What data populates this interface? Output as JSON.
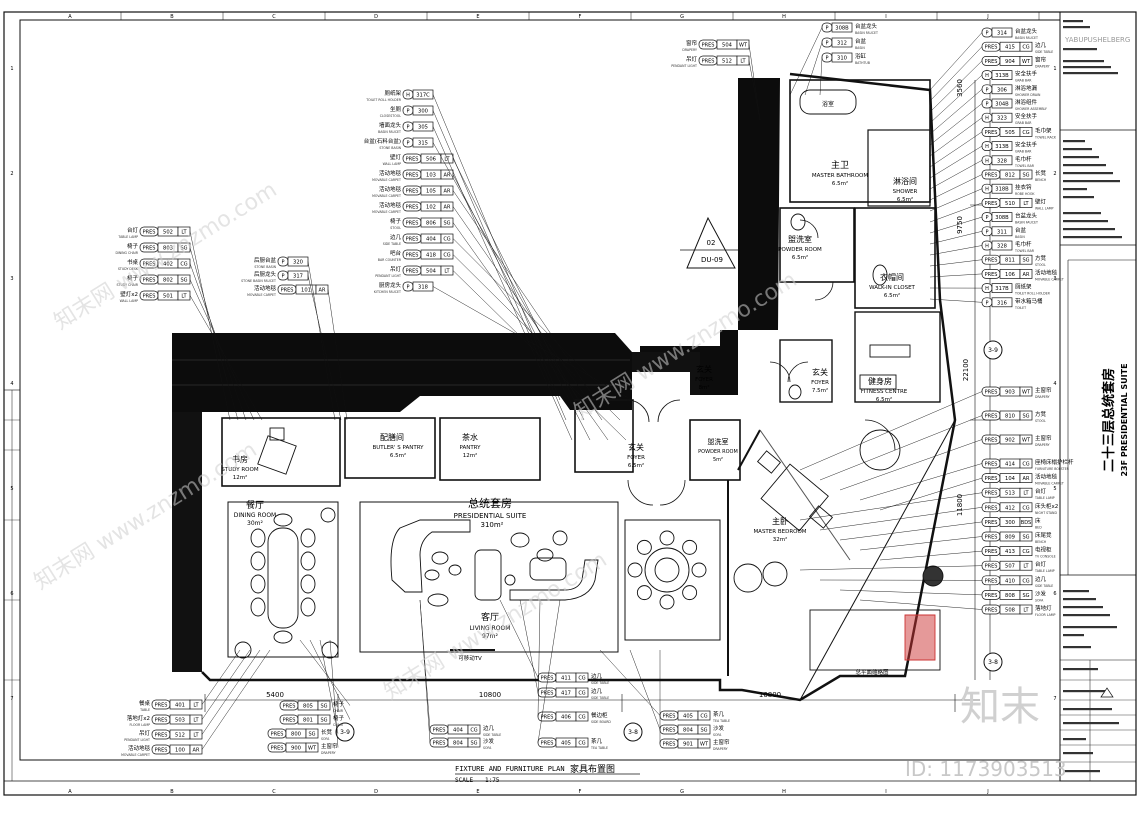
{
  "grid": {
    "columns": [
      "A",
      "B",
      "C",
      "D",
      "E",
      "F",
      "G",
      "H",
      "I",
      "J"
    ],
    "rows": [
      "1",
      "2",
      "3",
      "4",
      "5",
      "6",
      "7"
    ]
  },
  "rooms": {
    "presidential": {
      "cn": "总统套房",
      "en": "PRESIDENTIAL SUITE",
      "area": "310m²"
    },
    "living": {
      "cn": "客厅",
      "en": "LIVING ROOM",
      "area": "97m²"
    },
    "dining": {
      "cn": "餐厅",
      "en": "DINING ROOM",
      "area": "30m²"
    },
    "study": {
      "cn": "书房",
      "en": "STUDY ROOM",
      "area": "12m²"
    },
    "butler": {
      "cn": "配膳间",
      "en": "BUTLER' S PANTRY",
      "area": "6.5m²"
    },
    "tea": {
      "cn": "茶水",
      "en": "PANTRY",
      "area": "12m²"
    },
    "foyer1": {
      "cn": "玄关",
      "en": "FOYER",
      "area": "6.5m²"
    },
    "foyer2": {
      "cn": "玄关",
      "en": "FOYER",
      "area": "7.5m²"
    },
    "foyer3": {
      "cn": "玄关",
      "en": "FOYER",
      "area": "8m²"
    },
    "powder1": {
      "cn": "盥洗室",
      "en": "POWDER ROOM",
      "area": "6.5m²"
    },
    "powder2": {
      "cn": "盥洗室",
      "en": "POWDER ROOM",
      "area": "5m²"
    },
    "master_bath": {
      "cn": "主卫",
      "en": "MASTER BATHROOM",
      "area": "6.5m²"
    },
    "shower": {
      "cn": "淋浴间",
      "en": "SHOWER",
      "area": "6.5m²"
    },
    "closet": {
      "cn": "衣帽间",
      "en": "WALK-IN CLOSET",
      "area": "6.5m²"
    },
    "fitness": {
      "cn": "健身房",
      "en": "FITNESS CENTRE",
      "area": "6.5m²"
    },
    "master_bed": {
      "cn": "主卧",
      "en": "MASTER BEDROOM",
      "area": "32m²"
    },
    "bath_room": {
      "cn": "浴室",
      "en": "",
      "area": ""
    }
  },
  "plan_notes": {
    "tv": "可移动TV",
    "section_tag": "02",
    "section_ref": "DU-09",
    "key_plan": "总平面缩略图"
  },
  "dimensions": {
    "d1": "5400",
    "d2": "10800",
    "d3": "10800",
    "v1": "9750",
    "v2": "22100",
    "v3": "11800",
    "v4": "3560"
  },
  "gridbubbles": {
    "a": "3-9",
    "b": "3-8",
    "c": "3-8",
    "d": "3-9"
  },
  "tags_left": [
    {
      "code": "PRES",
      "num": "502",
      "type": "LT",
      "cn": "台灯",
      "en": "TABLE LAMP"
    },
    {
      "code": "PRES",
      "num": "803",
      "type": "SG",
      "cn": "椅子",
      "en": "DINING CHAIR"
    },
    {
      "code": "PRES",
      "num": "402",
      "type": "CG",
      "cn": "书桌",
      "en": "STUDY DESK"
    },
    {
      "code": "PRES",
      "num": "802",
      "type": "SG",
      "cn": "椅子",
      "en": "STUDY CHAIR"
    },
    {
      "code": "PRES",
      "num": "501",
      "type": "LT",
      "cn": "壁灯x2",
      "en": "WALL LAMP"
    }
  ],
  "tags_pantry": [
    {
      "code": "P",
      "num": "320",
      "cn": "后厨台盆",
      "en": "STONE BASIN"
    },
    {
      "code": "P",
      "num": "317",
      "cn": "后厨龙头",
      "en": "STONE BASIN FAUCET"
    },
    {
      "code": "PRES",
      "num": "101",
      "type": "AR",
      "cn": "活动地毯",
      "en": "MOVABLE CARPET"
    }
  ],
  "tags_top_left": [
    {
      "code": "H",
      "num": "317C",
      "cn": "厕纸架",
      "en": "TOILET ROLL HOLDER"
    },
    {
      "code": "P",
      "num": "300",
      "cn": "坐厕",
      "en": "CLOSESTOOL"
    },
    {
      "code": "P",
      "num": "305",
      "cn": "墙面龙头",
      "en": "BASIN FAUCET"
    },
    {
      "code": "P",
      "num": "315",
      "cn": "台盆(石料台盆)",
      "en": "STONE BASIN"
    },
    {
      "code": "PRES",
      "num": "506",
      "type": "LT",
      "cn": "壁灯",
      "en": "WALL LAMP"
    },
    {
      "code": "PRES",
      "num": "103",
      "type": "AR",
      "cn": "活动地毯",
      "en": "MOVABLE CARPET"
    },
    {
      "code": "PRES",
      "num": "105",
      "type": "AR",
      "cn": "活动地毯",
      "en": "MOVABLE CARPET"
    },
    {
      "code": "PRES",
      "num": "102",
      "type": "AR",
      "cn": "活动地毯",
      "en": "MOVABLE CARPET"
    },
    {
      "code": "PRES",
      "num": "806",
      "type": "SG",
      "cn": "椅子",
      "en": "STOOL"
    },
    {
      "code": "PRES",
      "num": "404",
      "type": "CG",
      "cn": "边几",
      "en": "SIDE TABLE"
    },
    {
      "code": "PRES",
      "num": "418",
      "type": "CG",
      "cn": "吧台",
      "en": "BAR COUNTER"
    },
    {
      "code": "PRES",
      "num": "504",
      "type": "LT",
      "cn": "吊灯",
      "en": "PENDANT LIGHT"
    },
    {
      "code": "P",
      "num": "318",
      "cn": "厨房龙头",
      "en": "KITCHEN FAUCET"
    }
  ],
  "tags_top_center": [
    {
      "code": "PRES",
      "num": "504",
      "type": "WT",
      "cn": "窗帘",
      "en": "DRAPERY"
    },
    {
      "code": "PRES",
      "num": "512",
      "type": "LT",
      "cn": "吊灯",
      "en": "PENDANT LIGHT"
    }
  ],
  "tags_top_mid": [
    {
      "code": "P",
      "num": "308B",
      "cn": "台盆龙头",
      "en": "BASIN FAUCET"
    },
    {
      "code": "P",
      "num": "312",
      "cn": "台盆",
      "en": "BASIN"
    },
    {
      "code": "P",
      "num": "310",
      "cn": "浴缸",
      "en": "BATHTUB"
    }
  ],
  "tags_right": [
    {
      "code": "P",
      "num": "314",
      "cn": "台盆龙头",
      "en": "BASIN FAUCET"
    },
    {
      "code": "PRES",
      "num": "415",
      "type": "CG",
      "cn": "边几",
      "en": "SIDE TABLE"
    },
    {
      "code": "PRES",
      "num": "904",
      "type": "WT",
      "cn": "窗帘",
      "en": "DRAPERY"
    },
    {
      "code": "H",
      "num": "313B",
      "cn": "安全扶手",
      "en": "GRAB BAR"
    },
    {
      "code": "P",
      "num": "306",
      "cn": "淋浴地漏",
      "en": "SHOWER DRAIN"
    },
    {
      "code": "P",
      "num": "304B",
      "cn": "淋浴组件",
      "en": "SHOWER ASSEMBLY"
    },
    {
      "code": "H",
      "num": "323",
      "cn": "安全扶手",
      "en": "GRAB BAR"
    },
    {
      "code": "PRES",
      "num": "505",
      "type": "CG",
      "cn": "毛巾架",
      "en": "TOWEL RACK"
    },
    {
      "code": "H",
      "num": "313B",
      "cn": "安全扶手",
      "en": "GRAB BAR"
    },
    {
      "code": "H",
      "num": "328",
      "cn": "毛巾杆",
      "en": "TOWEL BAR"
    },
    {
      "code": "PRES",
      "num": "812",
      "type": "SG",
      "cn": "长凳",
      "en": "BENCH"
    },
    {
      "code": "H",
      "num": "318B",
      "cn": "挂衣钩",
      "en": "ROBE HOOK"
    },
    {
      "code": "PRES",
      "num": "510",
      "type": "LT",
      "cn": "壁灯",
      "en": "WALL LAMP"
    },
    {
      "code": "P",
      "num": "308B",
      "cn": "台盆龙头",
      "en": "BASIN FAUCET"
    },
    {
      "code": "P",
      "num": "311",
      "cn": "台盆",
      "en": "BASIN"
    },
    {
      "code": "H",
      "num": "328",
      "cn": "毛巾杆",
      "en": "TOWEL BAR"
    },
    {
      "code": "PRES",
      "num": "811",
      "type": "SG",
      "cn": "方凳",
      "en": "STOOL"
    },
    {
      "code": "PRES",
      "num": "106",
      "type": "AR",
      "cn": "活动地毯",
      "en": "MOVABLE CARPET"
    },
    {
      "code": "H",
      "num": "317B",
      "cn": "厕纸架",
      "en": "TOILET ROLL HOLDER"
    },
    {
      "code": "P",
      "num": "316",
      "cn": "带水箱马桶",
      "en": "TOILET"
    }
  ],
  "tags_right_lower": [
    {
      "code": "PRES",
      "num": "903",
      "type": "WT",
      "cn": "主窗帘",
      "en": "DRAPERY"
    },
    {
      "code": "PRES",
      "num": "810",
      "type": "SG",
      "cn": "方凳",
      "en": "STOOL"
    },
    {
      "code": "PRES",
      "num": "902",
      "type": "WT",
      "cn": "主窗帘",
      "en": "DRAPERY"
    },
    {
      "code": "PRES",
      "num": "414",
      "type": "CG",
      "cn": "座椅床榻护栏杆",
      "en": "FURNITURE BOLSTER"
    },
    {
      "code": "PRES",
      "num": "104",
      "type": "AR",
      "cn": "活动地毯",
      "en": "MOVABLE CARPET"
    },
    {
      "code": "PRES",
      "num": "513",
      "type": "LT",
      "cn": "台灯",
      "en": "TABLE LAMP"
    },
    {
      "code": "PRES",
      "num": "412",
      "type": "CG",
      "cn": "床头柜x2",
      "en": "NIGHT STAND"
    },
    {
      "code": "PRES",
      "num": "300",
      "type": "BDS",
      "cn": "床",
      "en": "BED"
    },
    {
      "code": "PRES",
      "num": "809",
      "type": "SG",
      "cn": "床尾凳",
      "en": "BENCH"
    },
    {
      "code": "PRES",
      "num": "413",
      "type": "CG",
      "cn": "电视柜",
      "en": "TV CONSOLE"
    },
    {
      "code": "PRES",
      "num": "507",
      "type": "LT",
      "cn": "台灯",
      "en": "TABLE LAMP"
    },
    {
      "code": "PRES",
      "num": "410",
      "type": "CG",
      "cn": "边几",
      "en": "SIDE TABLE"
    },
    {
      "code": "PRES",
      "num": "808",
      "type": "SG",
      "cn": "沙发",
      "en": "SOFA"
    },
    {
      "code": "PRES",
      "num": "508",
      "type": "LT",
      "cn": "落地灯",
      "en": "FLOOR LAMP"
    }
  ],
  "tags_bottom_left": [
    {
      "code": "PRES",
      "num": "401",
      "type": "LT",
      "cn": "餐桌",
      "en": "TABLE"
    },
    {
      "code": "PRES",
      "num": "503",
      "type": "LT",
      "cn": "落地灯x2",
      "en": "FLOOR LAMP"
    },
    {
      "code": "PRES",
      "num": "512",
      "type": "LT",
      "cn": "吊灯",
      "en": "PENDANT LIGHT"
    },
    {
      "code": "PRES",
      "num": "100",
      "type": "AR",
      "cn": "活动地毯",
      "en": "MOVABLE CARPET"
    }
  ],
  "tags_bottom_mid": [
    {
      "code": "PRES",
      "num": "805",
      "type": "SG",
      "cn": "椅子",
      "en": "CHAIR"
    },
    {
      "code": "PRES",
      "num": "801",
      "type": "SG",
      "cn": "椅子",
      "en": "CHAIR"
    },
    {
      "code": "PRES",
      "num": "800",
      "type": "SG",
      "cn": "长凳",
      "en": "SOFA"
    },
    {
      "code": "PRES",
      "num": "900",
      "type": "WT",
      "cn": "主窗帘",
      "en": "DRAPERY"
    }
  ],
  "tags_bottom_center": [
    {
      "code": "PRES",
      "num": "404",
      "type": "CG",
      "cn": "边几",
      "en": "SIDE TABLE"
    },
    {
      "code": "PRES",
      "num": "804",
      "type": "SG",
      "cn": "沙发",
      "en": "SOFA"
    }
  ],
  "tags_bottom_center2": [
    {
      "code": "PRES",
      "num": "411",
      "type": "CG",
      "cn": "边几",
      "en": "SIDE TABLE"
    },
    {
      "code": "PRES",
      "num": "417",
      "type": "CG",
      "cn": "边几",
      "en": "SIDE TABLE"
    },
    {
      "code": "PRES",
      "num": "406",
      "type": "CG",
      "cn": "餐边柜",
      "en": "SIDE BOARD"
    },
    {
      "code": "PRES",
      "num": "405",
      "type": "CG",
      "cn": "茶几",
      "en": "TEA TABLE"
    }
  ],
  "tags_bottom_right": [
    {
      "code": "PRES",
      "num": "405",
      "type": "CG",
      "cn": "茶几",
      "en": "TEA TABLE"
    },
    {
      "code": "PRES",
      "num": "804",
      "type": "SG",
      "cn": "沙发",
      "en": "SOFA"
    },
    {
      "code": "PRES",
      "num": "901",
      "type": "WT",
      "cn": "主窗帘",
      "en": "DRAPERY"
    }
  ],
  "title": {
    "en": "FIXTURE AND FURNITURE PLAN",
    "cn": "家具布置图",
    "scale_label": "SCALE",
    "scale": "1:75"
  },
  "title_block": {
    "brand": "YABUPUSHELBERG",
    "sheet_title_cn": "二十三层总统套房",
    "sheet_title_en": "23F PRESIDENTIAL SUITE"
  },
  "watermark": {
    "text": "知末网 www.znzmo.com",
    "id": "ID: 1173903513",
    "logo": "知末"
  }
}
